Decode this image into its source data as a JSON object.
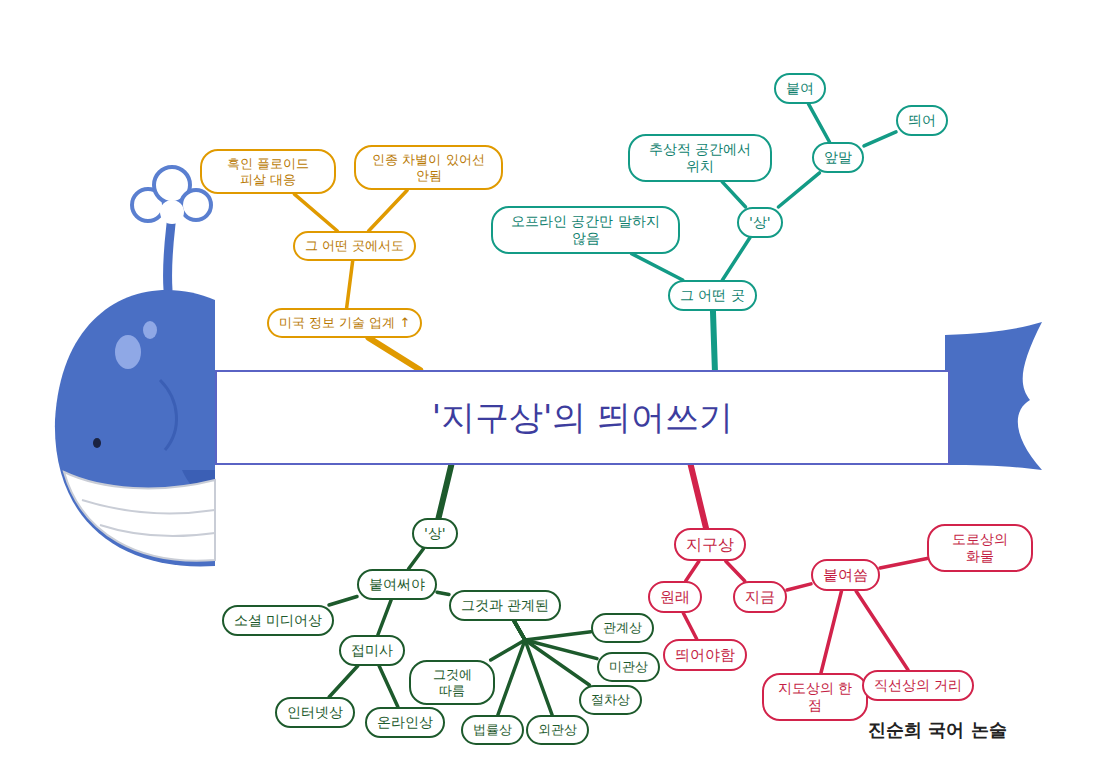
{
  "diagram": {
    "nodes": [
      {
        "text": [
          "'지구상'의 띄어쓰기"
        ]
      },
      {
        "text": [
          "미국 정보 기술 업계 ↑"
        ]
      },
      {
        "text": [
          "그 어떤 곳에서도"
        ]
      },
      {
        "text": [
          "흑인 플로이드 피살 대응"
        ]
      },
      {
        "text": [
          "인종 차별이 있어선 안됨"
        ]
      },
      {
        "text": [
          "그 어떤 곳"
        ]
      },
      {
        "text": [
          "오프라인 공간만 말하지 않음"
        ]
      },
      {
        "text": [
          "'상'"
        ]
      },
      {
        "text": [
          "추상적 공간에서 위치"
        ]
      },
      {
        "text": [
          "앞말"
        ]
      },
      {
        "text": [
          "붙여"
        ]
      },
      {
        "text": [
          "띄어"
        ]
      },
      {
        "text": [
          "'상'"
        ]
      },
      {
        "text": [
          "붙여써야"
        ]
      },
      {
        "text": [
          "소셜 미디어상"
        ]
      },
      {
        "text": [
          "접미사"
        ]
      },
      {
        "text": [
          "인터넷상"
        ]
      },
      {
        "text": [
          "온라인상"
        ]
      },
      {
        "text": [
          "그것과 관계된"
        ]
      },
      {
        "text": [
          "그것에 따름"
        ]
      },
      {
        "text": [
          "절차상"
        ]
      },
      {
        "text": [
          "관계상"
        ]
      },
      {
        "text": [
          "미관상"
        ]
      },
      {
        "text": [
          "외관상"
        ]
      },
      {
        "text": [
          "법률상"
        ]
      },
      {
        "text": [
          "지구상"
        ]
      },
      {
        "text": [
          "원래"
        ]
      },
      {
        "text": [
          "띄어야함"
        ]
      },
      {
        "text": [
          "지금"
        ]
      },
      {
        "text": [
          "붙여씀"
        ]
      },
      {
        "text": [
          "도로상의 화물"
        ]
      },
      {
        "text": [
          "지도상의 한 점"
        ]
      },
      {
        "text": [
          "직선상의 거리"
        ]
      }
    ],
    "edges": [
      {
        "from": 0,
        "to": 1,
        "arrow": "none"
      },
      {
        "from": 1,
        "to": 2,
        "arrow": "none"
      },
      {
        "from": 2,
        "to": 3,
        "arrow": "none"
      },
      {
        "from": 2,
        "to": 4,
        "arrow": "none"
      },
      {
        "from": 0,
        "to": 5,
        "arrow": "none"
      },
      {
        "from": 5,
        "to": 6,
        "arrow": "none"
      },
      {
        "from": 5,
        "to": 7,
        "arrow": "none"
      },
      {
        "from": 7,
        "to": 8,
        "arrow": "none"
      },
      {
        "from": 7,
        "to": 9,
        "arrow": "none"
      },
      {
        "from": 9,
        "to": 10,
        "arrow": "none"
      },
      {
        "from": 9,
        "to": 11,
        "arrow": "none"
      },
      {
        "from": 0,
        "to": 12,
        "arrow": "none"
      },
      {
        "from": 12,
        "to": 13,
        "arrow": "none"
      },
      {
        "from": 13,
        "to": 14,
        "arrow": "none"
      },
      {
        "from": 13,
        "to": 15,
        "arrow": "none"
      },
      {
        "from": 15,
        "to": 16,
        "arrow": "none"
      },
      {
        "from": 15,
        "to": 17,
        "arrow": "none"
      },
      {
        "from": 13,
        "to": 18,
        "arrow": "none"
      },
      {
        "from": 18,
        "to": 19,
        "arrow": "none"
      },
      {
        "from": 18,
        "to": 20,
        "arrow": "none"
      },
      {
        "from": 18,
        "to": 21,
        "arrow": "none"
      },
      {
        "from": 18,
        "to": 22,
        "arrow": "none"
      },
      {
        "from": 18,
        "to": 23,
        "arrow": "none"
      },
      {
        "from": 18,
        "to": 24,
        "arrow": "none"
      },
      {
        "from": 0,
        "to": 25,
        "arrow": "none"
      },
      {
        "from": 25,
        "to": 26,
        "arrow": "none"
      },
      {
        "from": 26,
        "to": 27,
        "arrow": "none"
      },
      {
        "from": 25,
        "to": 28,
        "arrow": "none"
      },
      {
        "from": 28,
        "to": 29,
        "arrow": "none"
      },
      {
        "from": 29,
        "to": 30,
        "arrow": "none"
      },
      {
        "from": 29,
        "to": 31,
        "arrow": "none"
      },
      {
        "from": 29,
        "to": 32,
        "arrow": "none"
      }
    ],
    "labels": [
      "진순희 국어 논술"
    ]
  }
}
